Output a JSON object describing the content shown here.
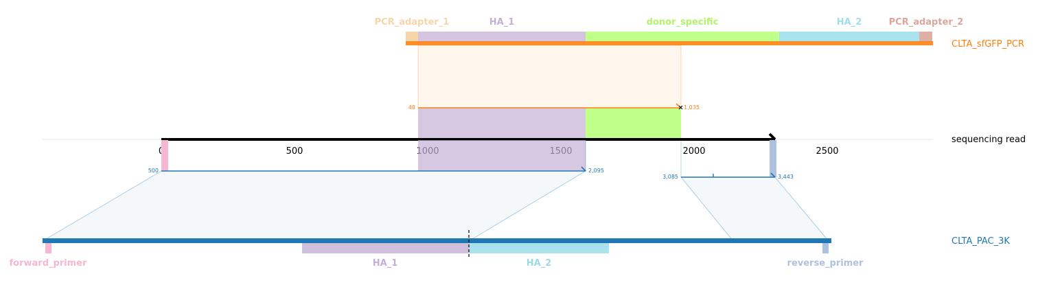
{
  "read": {
    "name": "sequencing read",
    "axis_ticks": [
      "0",
      "500",
      "1000",
      "1500",
      "2000",
      "2500"
    ],
    "colors": {
      "line": "#000000",
      "label": "#000000"
    }
  },
  "top_reference": {
    "name": "CLTA_sfGFP_PCR",
    "color": "#ff7f0e",
    "features": [
      {
        "name": "PCR_adapter_1",
        "color": "#f8d5a8"
      },
      {
        "name": "HA_1",
        "color": "#c5b0d5"
      },
      {
        "name": "donor_specific",
        "color": "#b3f36a"
      },
      {
        "name": "HA_2",
        "color": "#9fdfe9"
      },
      {
        "name": "PCR_adapter_2",
        "color": "#dca79a"
      }
    ],
    "alignment": {
      "ref_start": "48",
      "ref_end": "1,035"
    }
  },
  "bottom_reference": {
    "name": "CLTA_PAC_3K",
    "color": "#1f77b4",
    "features": [
      {
        "name": "forward_primer",
        "color": "#f7b6d2"
      },
      {
        "name": "HA_1",
        "color": "#c5b0d5"
      },
      {
        "name": "HA_2",
        "color": "#9edae5"
      },
      {
        "name": "reverse_primer",
        "color": "#aec1de"
      }
    ],
    "alignments": [
      {
        "ref_start": "500",
        "ref_end": "2,095"
      },
      {
        "ref_start": "3,085",
        "ref_end": "3,443"
      }
    ]
  }
}
